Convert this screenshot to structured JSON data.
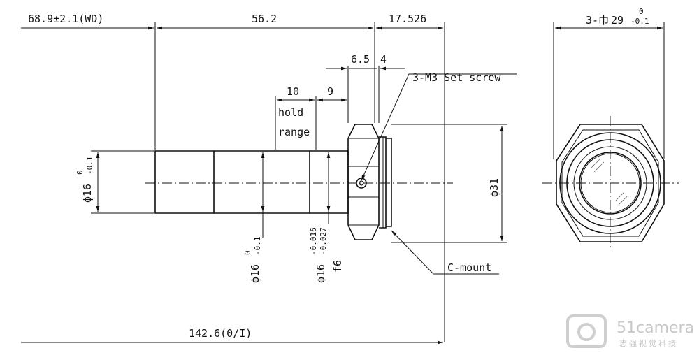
{
  "dimensions": {
    "wd": "68.9±2.1(WD)",
    "length_main": "56.2",
    "flange": "17.526",
    "d_6_5": "6.5",
    "d_4": "4",
    "d_10": "10",
    "d_9": "9",
    "hold_1": "hold",
    "hold_2": "range",
    "screw": "3-M3 Set screw",
    "dia_left": "ϕ16",
    "tol_left_up": "0",
    "tol_left_dn": "-0.1",
    "dia_mid": "ϕ16",
    "tol_mid_up": "0",
    "tol_mid_dn": "-0.1",
    "dia_fit": "ϕ16",
    "tol_fit_up": "-0.016",
    "tol_fit_dn": "-0.027",
    "fit_class": "f6",
    "dia_31": "ϕ31",
    "cmount": "C-mount",
    "total": "142.6(0/I)",
    "hex_label": "3-",
    "hex_dim": "29",
    "hex_tol_up": "0",
    "hex_tol_dn": "-0.1"
  },
  "watermark": {
    "brand": "51camera",
    "sub": "志强视觉科技"
  }
}
